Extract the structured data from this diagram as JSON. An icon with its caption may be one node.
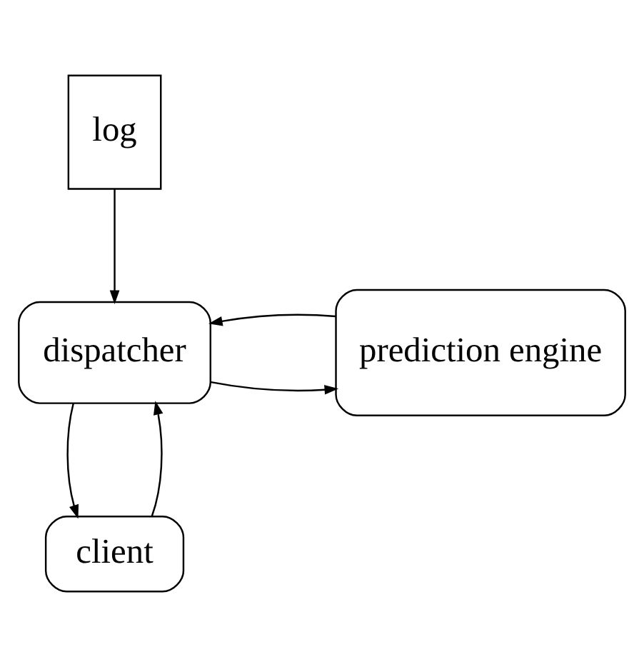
{
  "diagram": {
    "nodes": [
      {
        "text": [
          "log"
        ]
      },
      {
        "text": [
          "dispatcher"
        ]
      },
      {
        "text": [
          "prediction engine"
        ]
      },
      {
        "text": [
          "client"
        ]
      }
    ],
    "edges": [
      {
        "from": 0,
        "to": 1,
        "arrow": "to"
      },
      {
        "from": 1,
        "to": 2,
        "arrow": "to"
      },
      {
        "from": 2,
        "to": 1,
        "arrow": "to"
      },
      {
        "from": 1,
        "to": 3,
        "arrow": "to"
      },
      {
        "from": 3,
        "to": 1,
        "arrow": "to"
      }
    ]
  }
}
